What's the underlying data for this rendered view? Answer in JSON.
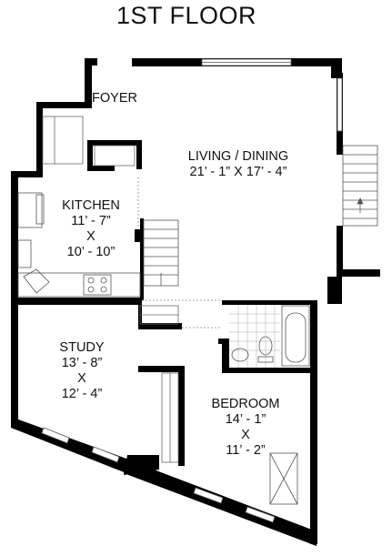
{
  "title": "1ST FLOOR",
  "rooms": {
    "foyer": {
      "name": "FOYER"
    },
    "living": {
      "name": "LIVING / DINING",
      "dims": "21’ - 1” X 17’ - 4”"
    },
    "kitchen": {
      "name": "KITCHEN",
      "dim1": "11’ - 7”",
      "sep": "X",
      "dim2": "10’ - 10”"
    },
    "study": {
      "name": "STUDY",
      "dim1": "13’ - 8”",
      "sep": "X",
      "dim2": "12’ - 4”"
    },
    "bedroom": {
      "name": "BEDROOM",
      "dim1": "14’ - 1”",
      "sep": "X",
      "dim2": "11’ - 2”"
    }
  }
}
